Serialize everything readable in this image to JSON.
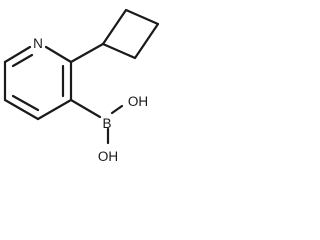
{
  "molecule": {
    "atoms": {
      "nitrogen": "N",
      "boron": "B",
      "hydroxyl_upper": "OH",
      "hydroxyl_lower": "OH"
    }
  }
}
